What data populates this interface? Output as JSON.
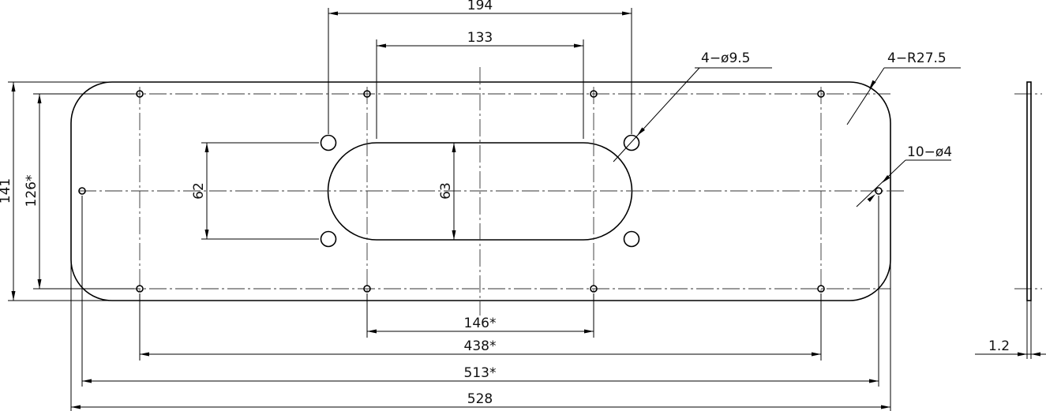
{
  "drawing": {
    "dimensions": {
      "hole_spacing_194": "194",
      "slot_length_133": "133",
      "overall_height": "141",
      "hole_row_spacing": "126*",
      "hole_vertical_spacing": "62",
      "slot_height": "63",
      "inner_hole_spacing": "146*",
      "outer_hole_spacing": "438*",
      "end_hole_spacing": "513*",
      "overall_length": "528",
      "thickness": "1.2"
    },
    "callouts": {
      "large_holes": "4−ø9.5",
      "corner_radius": "4−R27.5",
      "small_holes": "10−ø4"
    },
    "line_color": "#000000"
  }
}
